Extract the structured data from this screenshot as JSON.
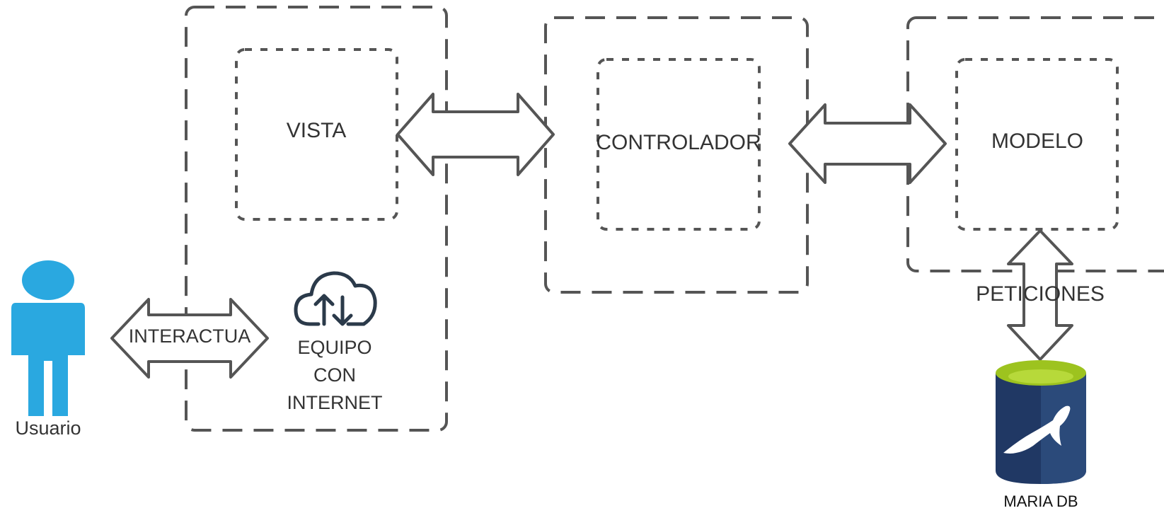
{
  "diagram": {
    "nodes": {
      "usuario": "Usuario",
      "vista": "VISTA",
      "equipo": [
        "EQUIPO",
        "CON",
        "INTERNET"
      ],
      "controlador": "CONTROLADOR",
      "modelo": "MODELO",
      "mariadb": "MARIA DB"
    },
    "edges": {
      "usuario_equipo": "INTERACTUA",
      "modelo_db": "PETICIONES"
    },
    "icons": {
      "user": "user-icon",
      "cloud": "cloud-upload-download-icon",
      "database": "mariadb-database-icon"
    },
    "colors": {
      "user": "#2AA8E0",
      "db_body": "#203864",
      "db_top": "#9DC31F",
      "line": "#555555",
      "cloud": "#2B3A4A"
    }
  }
}
